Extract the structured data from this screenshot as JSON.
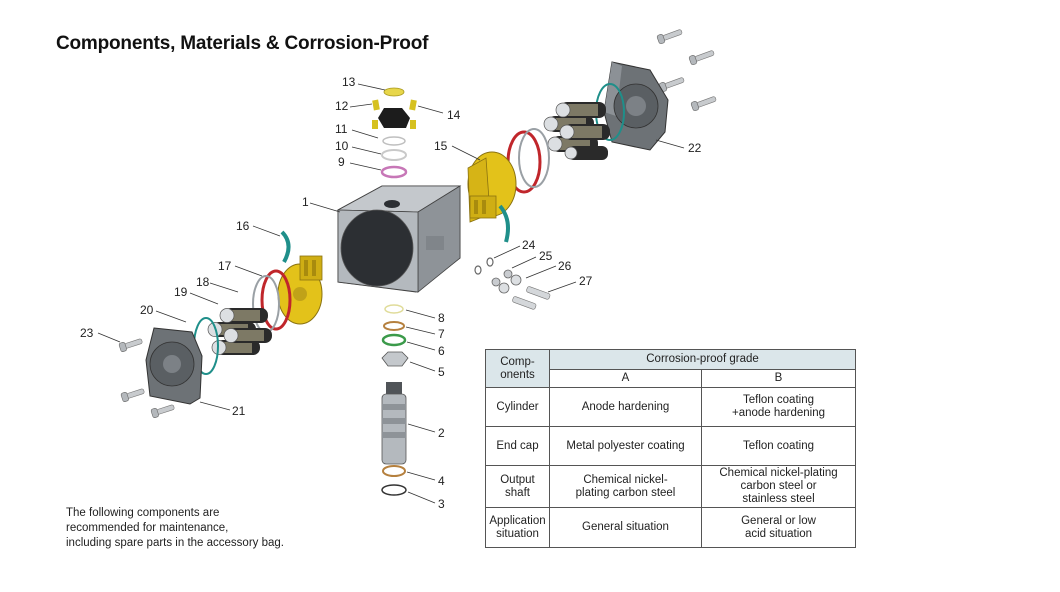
{
  "title": "Components, Materials & Corrosion-Proof",
  "callouts": [
    "1",
    "2",
    "3",
    "4",
    "5",
    "6",
    "7",
    "8",
    "9",
    "10",
    "11",
    "12",
    "13",
    "14",
    "15",
    "16",
    "17",
    "18",
    "19",
    "20",
    "21",
    "22",
    "23",
    "24",
    "25",
    "26",
    "27"
  ],
  "maintenance_note": {
    "lines": [
      "The following components are",
      "recommended for maintenance,",
      "including spare parts in the accessory bag."
    ]
  },
  "table": {
    "header_col": [
      "Comp-",
      "onents"
    ],
    "grade_header": "Corrosion-proof grade",
    "grades": [
      "A",
      "B"
    ],
    "rows": [
      {
        "component": [
          "Cylinder"
        ],
        "a": [
          "Anode hardening"
        ],
        "b": [
          "Teflon coating",
          "+anode hardening"
        ]
      },
      {
        "component": [
          "End cap"
        ],
        "a": [
          "Metal polyester coating"
        ],
        "b": [
          "Teflon coating"
        ]
      },
      {
        "component": [
          "Output",
          "shaft"
        ],
        "a": [
          "Chemical nickel-",
          "plating carbon steel"
        ],
        "b": [
          "Chemical nickel-plating",
          "carbon steel or",
          "stainless steel"
        ]
      },
      {
        "component": [
          "Application",
          "situation"
        ],
        "a": [
          "General situation"
        ],
        "b": [
          "General or low",
          "acid situation"
        ]
      }
    ]
  },
  "colors": {
    "housing": "#a9aeb3",
    "endcap_yellow": "#e3c21a",
    "oring_red": "#c0262b",
    "oring_teal": "#1f8f8a",
    "table_header": "#dbe6ea"
  }
}
